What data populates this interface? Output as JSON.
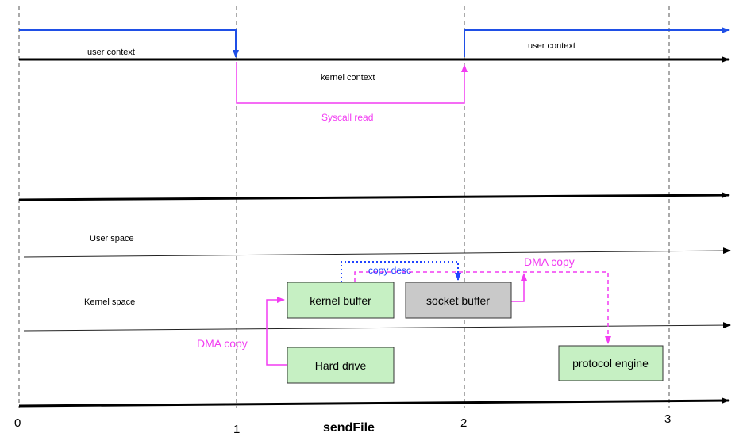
{
  "ticks": [
    "0",
    "1",
    "2",
    "3"
  ],
  "axis_title": "sendFile",
  "labels": {
    "user_context_left": "user context",
    "user_context_right": "user context",
    "kernel_context": "kernel context",
    "syscall_read": "Syscall read",
    "user_space": "User space",
    "kernel_space": "Kernel  space",
    "dma_copy_left": "DMA copy",
    "dma_copy_right": "DMA copy",
    "copy_desc": "copy desc"
  },
  "boxes": {
    "kernel_buffer": "kernel buffer",
    "socket_buffer": "socket buffer",
    "hard_drive": "Hard drive",
    "protocol_engine": "protocol engine"
  },
  "colors": {
    "user_line": "#1f4fe6",
    "syscall": "#f23cf2",
    "copy_desc": "#2244ff",
    "green_box": "#c6f0c3",
    "gray_box": "#c9c9c9"
  }
}
